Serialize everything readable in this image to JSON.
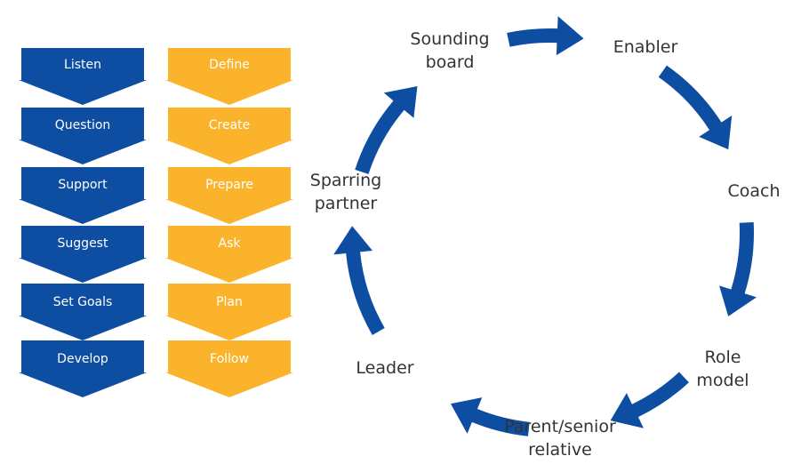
{
  "colors": {
    "blue": "#0d4ea3",
    "orange": "#fbb32b",
    "arrow": "#0d4ea3",
    "text": "#333333"
  },
  "left_column": {
    "items": [
      "Listen",
      "Question",
      "Support",
      "Suggest",
      "Set Goals",
      "Develop"
    ]
  },
  "right_column": {
    "items": [
      "Define",
      "Create",
      "Prepare",
      "Ask",
      "Plan",
      "Follow"
    ]
  },
  "cycle": {
    "roles": [
      {
        "line1": "Sounding",
        "line2": "board"
      },
      {
        "line1": "Enabler",
        "line2": ""
      },
      {
        "line1": "Coach",
        "line2": ""
      },
      {
        "line1": "Role",
        "line2": "model"
      },
      {
        "line1": "Parent/senior",
        "line2": "relative"
      },
      {
        "line1": "Leader",
        "line2": ""
      },
      {
        "line1": "Sparring",
        "line2": "partner"
      }
    ]
  }
}
